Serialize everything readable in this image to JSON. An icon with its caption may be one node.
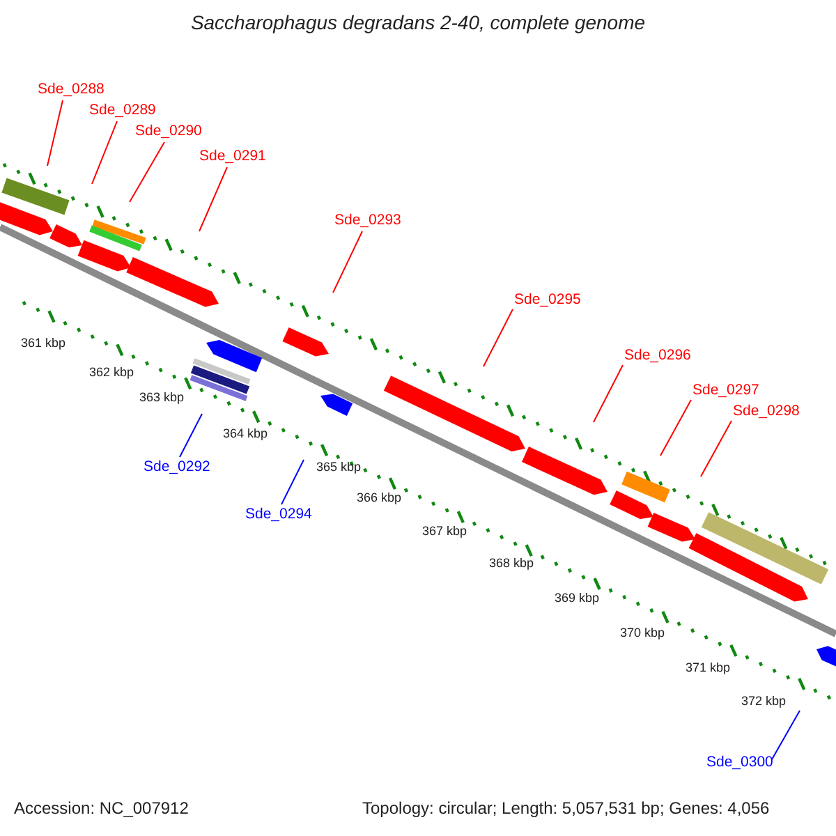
{
  "diagram": {
    "title": "Saccharophagus degradans 2-40, complete genome",
    "nodes": [
      {
        "text": [
          "Sde_0288"
        ]
      },
      {
        "text": [
          "Sde_0289"
        ]
      },
      {
        "text": [
          "Sde_0290"
        ]
      },
      {
        "text": [
          "Sde_0291"
        ]
      },
      {
        "text": [
          "Sde_0293"
        ]
      },
      {
        "text": [
          "Sde_0295"
        ]
      },
      {
        "text": [
          "Sde_0296"
        ]
      },
      {
        "text": [
          "Sde_0297"
        ]
      },
      {
        "text": [
          "Sde_0298"
        ]
      },
      {
        "text": [
          "Sde_0292"
        ]
      },
      {
        "text": [
          "Sde_0294"
        ]
      },
      {
        "text": [
          "Sde_0300"
        ]
      }
    ],
    "edges": [
      {
        "from": 0,
        "to": null,
        "arrow": "none"
      },
      {
        "from": 1,
        "to": null,
        "arrow": "none"
      },
      {
        "from": 2,
        "to": null,
        "arrow": "none"
      },
      {
        "from": 3,
        "to": null,
        "arrow": "none"
      },
      {
        "from": 4,
        "to": null,
        "arrow": "none"
      },
      {
        "from": 5,
        "to": null,
        "arrow": "none"
      },
      {
        "from": 6,
        "to": null,
        "arrow": "none"
      },
      {
        "from": 7,
        "to": null,
        "arrow": "none"
      },
      {
        "from": 8,
        "to": null,
        "arrow": "none"
      },
      {
        "from": 9,
        "to": null,
        "arrow": "none",
        "color": "#0000ff"
      },
      {
        "from": 10,
        "to": null,
        "arrow": "none",
        "color": "#0000ff"
      },
      {
        "from": 11,
        "to": null,
        "arrow": "none",
        "color": "#0000ff"
      }
    ],
    "labels": [
      "361 kbp",
      "362 kbp",
      "363 kbp",
      "364 kbp",
      "365 kbp",
      "366 kbp",
      "367 kbp",
      "368 kbp",
      "369 kbp",
      "370 kbp",
      "371 kbp",
      "372 kbp",
      "Accession: NC_007912",
      "Topology: circular; Length: 5,057,531 bp; Genes: 4,056"
    ]
  }
}
